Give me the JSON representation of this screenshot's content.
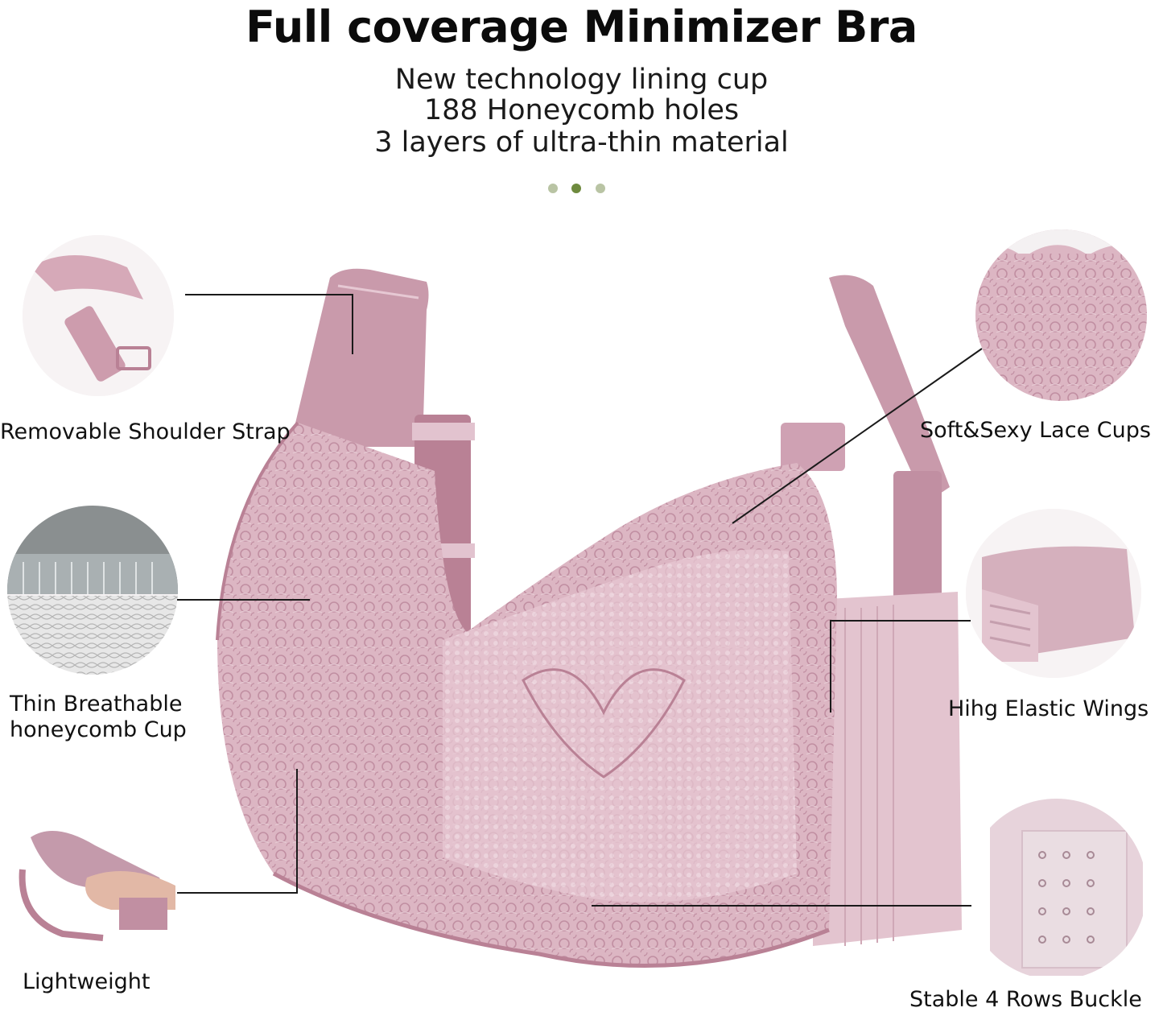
{
  "header": {
    "title": "Full coverage Minimizer Bra",
    "subtitle_lines": [
      "New technology lining cup",
      "188 Honeycomb holes",
      "3 layers of ultra-thin material"
    ]
  },
  "carousel_dots": {
    "count": 3,
    "active_index": 1,
    "colors": [
      "#b9c4a4",
      "#6e8a3e",
      "#b9c4a4"
    ]
  },
  "features": [
    {
      "label": "Removable Shoulder Strap"
    },
    {
      "label": "Thin Breathable",
      "label2": "honeycomb Cup"
    },
    {
      "label": "Lightweight"
    },
    {
      "label": "Soft&Sexy Lace Cups"
    },
    {
      "label": "Hihg Elastic Wings"
    },
    {
      "label": "Stable 4 Rows Buckle"
    }
  ],
  "colors": {
    "product_pink": "#d9b2bf",
    "lace_pink": "#c99aab",
    "strap_pink": "#cfa1b3",
    "leader_line": "#1a1a1a"
  }
}
